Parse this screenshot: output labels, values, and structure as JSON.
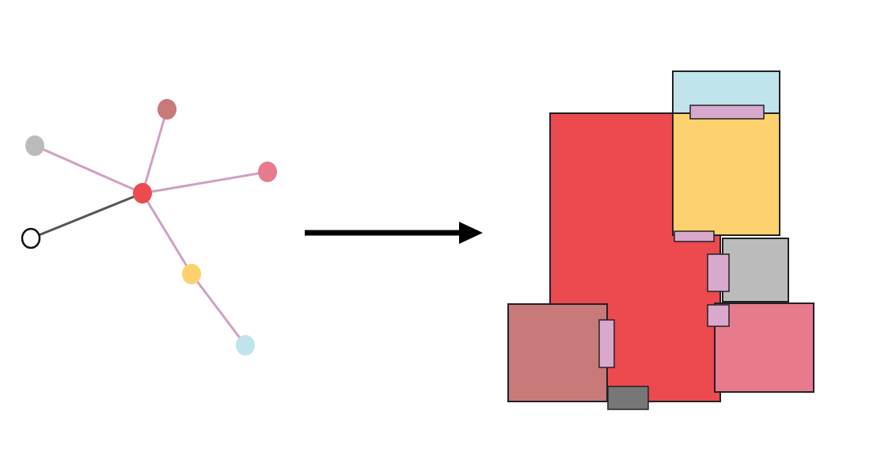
{
  "graph": {
    "nodes": [
      {
        "id": "living",
        "color": "#ec4a4e",
        "outline": false,
        "hub": true
      },
      {
        "id": "bedroom",
        "color": "#c87979",
        "outline": false
      },
      {
        "id": "storage",
        "color": "#bbbbbb",
        "outline": false
      },
      {
        "id": "bathroom",
        "color": "#e87a8e",
        "outline": false
      },
      {
        "id": "kitchen",
        "color": "#fdd26e",
        "outline": false
      },
      {
        "id": "balcony",
        "color": "#c0e4eb",
        "outline": false
      },
      {
        "id": "entrance",
        "color": "#ffffff",
        "outline": true
      }
    ],
    "edges": [
      {
        "from": "living",
        "to": "storage",
        "color": "#cfa0c3"
      },
      {
        "from": "living",
        "to": "bedroom",
        "color": "#cfa0c3"
      },
      {
        "from": "living",
        "to": "bathroom",
        "color": "#cfa0c3"
      },
      {
        "from": "living",
        "to": "entrance",
        "color": "#555555"
      },
      {
        "from": "living",
        "to": "kitchen",
        "color": "#cfa0c3"
      },
      {
        "from": "kitchen",
        "to": "balcony",
        "color": "#cfa0c3"
      }
    ]
  },
  "arrow": {
    "color": "#000000"
  },
  "floorplan": {
    "rooms": [
      {
        "id": "living",
        "color": "#ec4a4e"
      },
      {
        "id": "kitchen",
        "color": "#fdd26e"
      },
      {
        "id": "balcony",
        "color": "#c0e4eb"
      },
      {
        "id": "storage",
        "color": "#bbbbbb"
      },
      {
        "id": "bathroom",
        "color": "#e87a8e"
      },
      {
        "id": "bedroom",
        "color": "#c87979"
      }
    ],
    "doors": [
      {
        "id": "door-balcony-kitchen",
        "type": "interior",
        "color": "#d8a9cd"
      },
      {
        "id": "door-kitchen-living",
        "type": "interior",
        "color": "#d8a9cd"
      },
      {
        "id": "door-storage-living",
        "type": "interior",
        "color": "#d8a9cd"
      },
      {
        "id": "door-bathroom-living",
        "type": "interior",
        "color": "#d8a9cd"
      },
      {
        "id": "door-bedroom-living",
        "type": "interior",
        "color": "#d8a9cd"
      },
      {
        "id": "front-door",
        "type": "entrance",
        "color": "#777777"
      }
    ]
  }
}
